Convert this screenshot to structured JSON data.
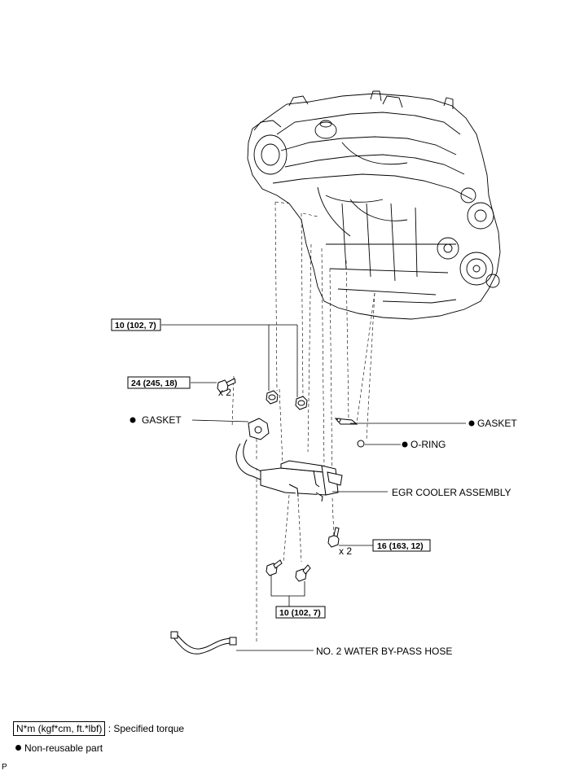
{
  "torque": {
    "upper_bracket": "10 (102, 7)",
    "bolt_left": "24 (245, 18)",
    "bolt_right": "16 (163, 12)",
    "lower_bracket": "10 (102, 7)"
  },
  "qty": {
    "bolt_left": "x 2",
    "bolt_right": "x 2"
  },
  "parts": {
    "gasket_left": "GASKET",
    "gasket_right": "GASKET",
    "o_ring": "O-RING",
    "egr_cooler": "EGR COOLER ASSEMBLY",
    "water_hose": "NO. 2 WATER BY-PASS HOSE"
  },
  "legend": {
    "torque_unit": "N*m (kgf*cm, ft.*lbf)",
    "torque_desc": ": Specified torque",
    "non_reusable": "Non-reusable part"
  },
  "corner_mark": "P"
}
